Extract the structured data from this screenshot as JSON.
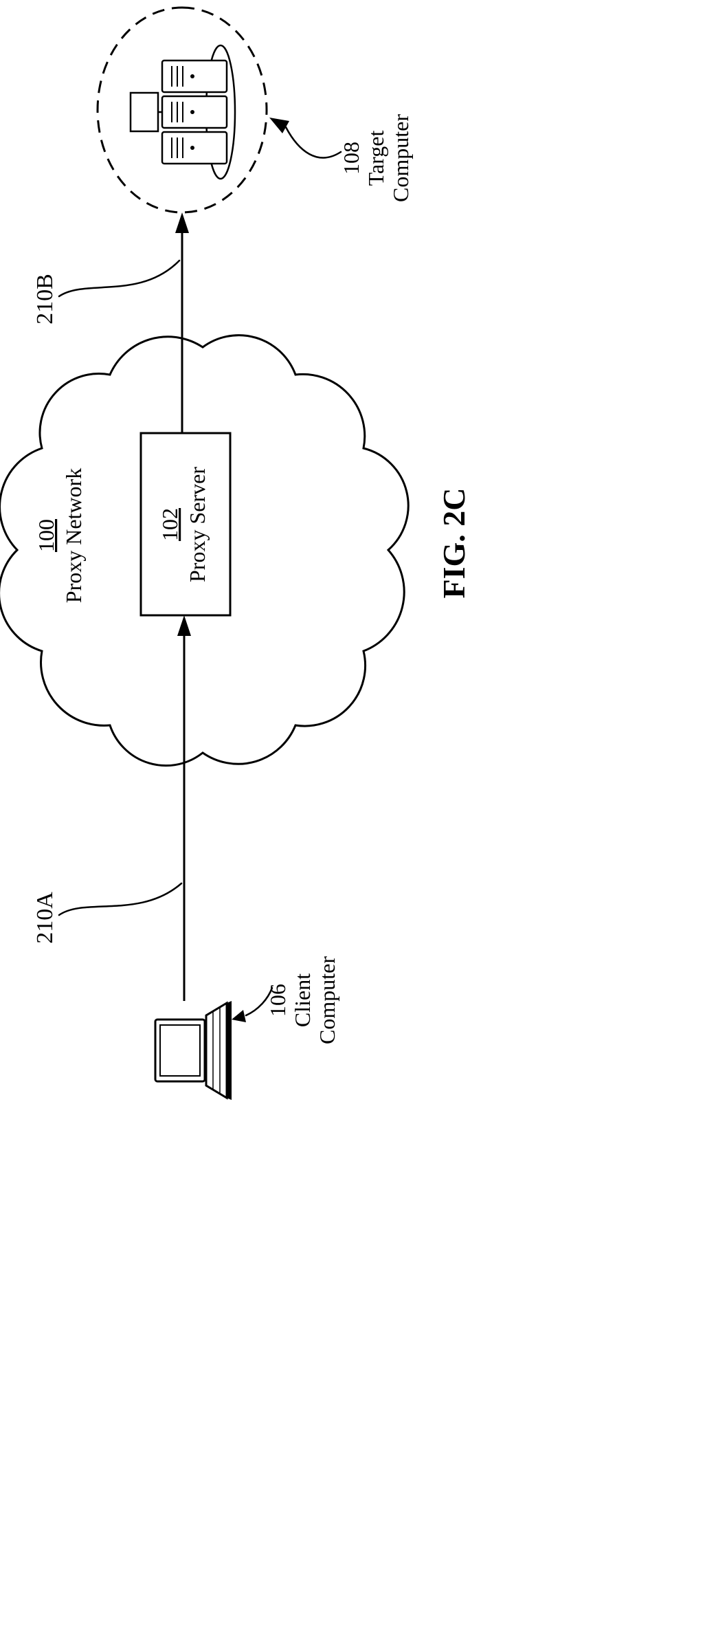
{
  "figure": {
    "caption": "FIG. 2C"
  },
  "client": {
    "ref": "106",
    "label_line1": "Client",
    "label_line2": "Computer"
  },
  "proxy_network": {
    "ref": "100",
    "label": "Proxy Network"
  },
  "proxy_server": {
    "ref": "102",
    "label": "Proxy Server"
  },
  "target": {
    "ref": "108",
    "label_line1": "Target",
    "label_line2": "Computer"
  },
  "connections": {
    "client_to_proxy_ref": "210A",
    "proxy_to_target_ref": "210B"
  },
  "colors": {
    "ink": "#000000",
    "background": "#ffffff"
  }
}
